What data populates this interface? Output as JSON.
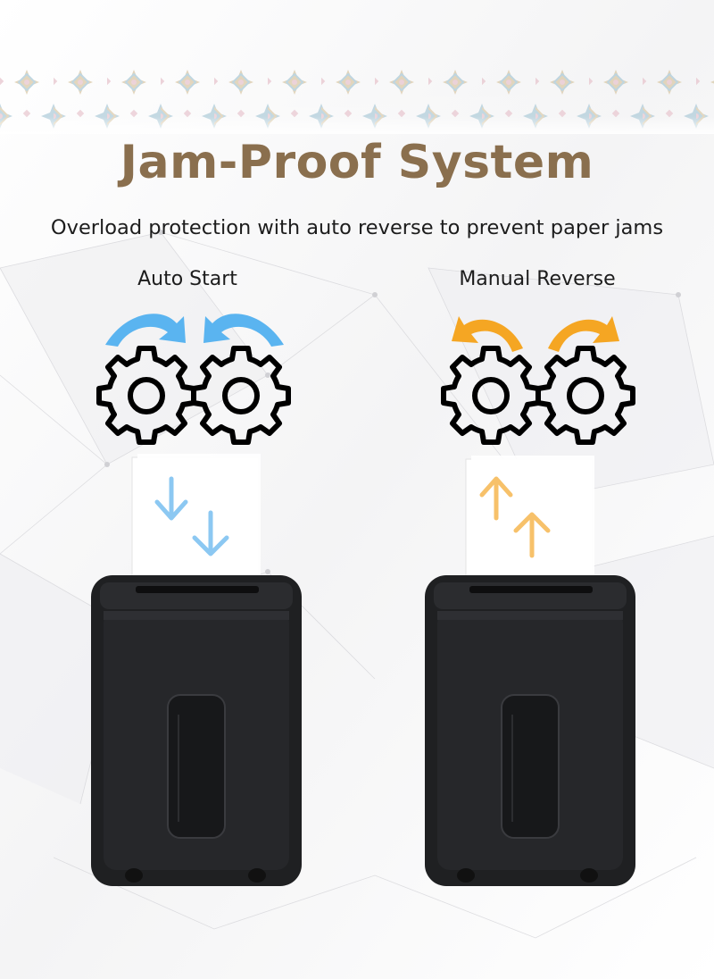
{
  "headline": "Jam-Proof System",
  "subheadline": "Overload protection with auto reverse to prevent paper jams",
  "panels": [
    {
      "label": "Auto Start",
      "mode": "forward",
      "accent": "#5ab4f0"
    },
    {
      "label": "Manual Reverse",
      "mode": "reverse",
      "accent": "#f5a623"
    }
  ],
  "colors": {
    "headline": "#8a6f4e",
    "pattern_blue": "#a9c8d6",
    "pattern_tan": "#d9c7a5",
    "pattern_pink": "#e6c3cc",
    "shredder_body": "#1f2022",
    "gear_stroke": "#000000"
  },
  "icons": [
    "ornamental-pattern",
    "curved-arrow-icon",
    "gear-icon",
    "down-arrow-icon",
    "up-arrow-icon",
    "paper-shredder"
  ]
}
